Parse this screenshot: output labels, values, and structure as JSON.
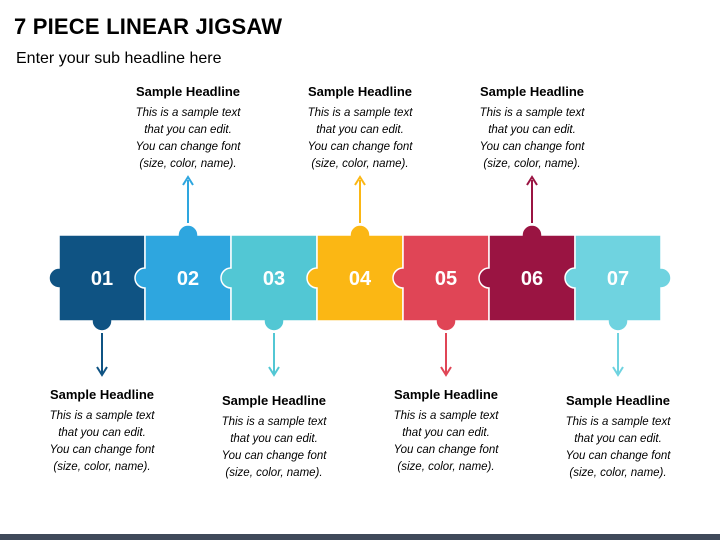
{
  "title": "7 PIECE LINEAR JIGSAW",
  "subtitle": "Enter your sub headline here",
  "pieces": [
    {
      "label": "01",
      "color": "#0f5383",
      "headline": "Sample Headline",
      "text": [
        "This is a sample text",
        "that you can edit.",
        "You can change font",
        "(size, color, name)."
      ],
      "text_side": "bottom"
    },
    {
      "label": "02",
      "color": "#2ea6df",
      "headline": "Sample Headline",
      "text": [
        "This is a sample text",
        "that you can edit.",
        "You can change font",
        "(size, color, name)."
      ],
      "text_side": "top"
    },
    {
      "label": "03",
      "color": "#52c7d4",
      "headline": "Sample Headline",
      "text": [
        "This is a sample text",
        "that you can edit.",
        "You can change font",
        "(size, color, name)."
      ],
      "text_side": "bottom"
    },
    {
      "label": "04",
      "color": "#fbb714",
      "headline": "Sample Headline",
      "text": [
        "This is a sample text",
        "that you can edit.",
        "You can change font",
        "(size, color, name)."
      ],
      "text_side": "top"
    },
    {
      "label": "05",
      "color": "#e04556",
      "headline": "Sample Headline",
      "text": [
        "This is a sample text",
        "that you can edit.",
        "You can change font",
        "(size, color, name)."
      ],
      "text_side": "bottom"
    },
    {
      "label": "06",
      "color": "#9a1442",
      "headline": "Sample Headline",
      "text": [
        "This is a sample text",
        "that you can edit.",
        "You can change font",
        "(size, color, name)."
      ],
      "text_side": "top"
    },
    {
      "label": "07",
      "color": "#6fd3e0",
      "headline": "Sample Headline",
      "text": [
        "This is a sample text",
        "that you can edit.",
        "You can change font",
        "(size, color, name)."
      ],
      "text_side": "bottom"
    }
  ]
}
